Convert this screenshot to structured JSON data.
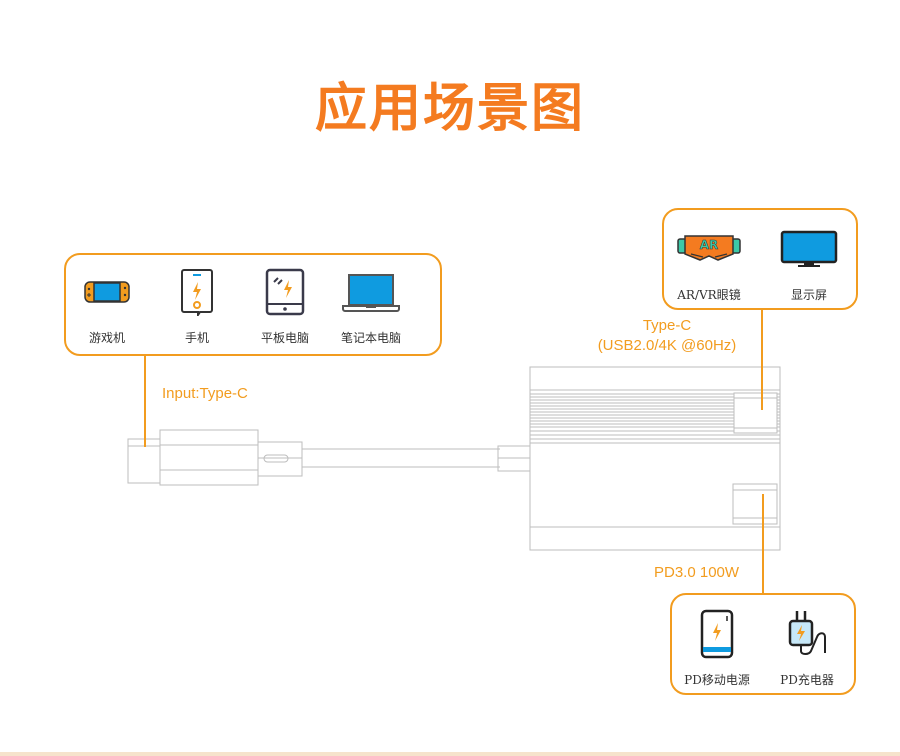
{
  "title": "应用场景图",
  "colors": {
    "accent": "#f47b20",
    "line": "#f29c1f",
    "blue": "#0f9be0"
  },
  "input_group": {
    "devices": [
      {
        "label": "游戏机",
        "icon": "game-console-icon"
      },
      {
        "label": "手机",
        "icon": "phone-icon"
      },
      {
        "label": "平板电脑",
        "icon": "tablet-icon"
      },
      {
        "label": "笔记本电脑",
        "icon": "laptop-icon"
      }
    ],
    "port_label": "Input:Type-C"
  },
  "display_group": {
    "devices": [
      {
        "label": "AR/VR眼镜",
        "icon": "ar-glasses-icon",
        "badge": "AR"
      },
      {
        "label": "显示屏",
        "icon": "monitor-icon"
      }
    ],
    "port_label_line1": "Type-C",
    "port_label_line2": "(USB2.0/4K @60Hz)"
  },
  "power_group": {
    "devices": [
      {
        "label": "PD移动电源",
        "icon": "power-bank-icon"
      },
      {
        "label": "PD充电器",
        "icon": "charger-icon"
      }
    ],
    "port_label": "PD3.0 100W"
  }
}
